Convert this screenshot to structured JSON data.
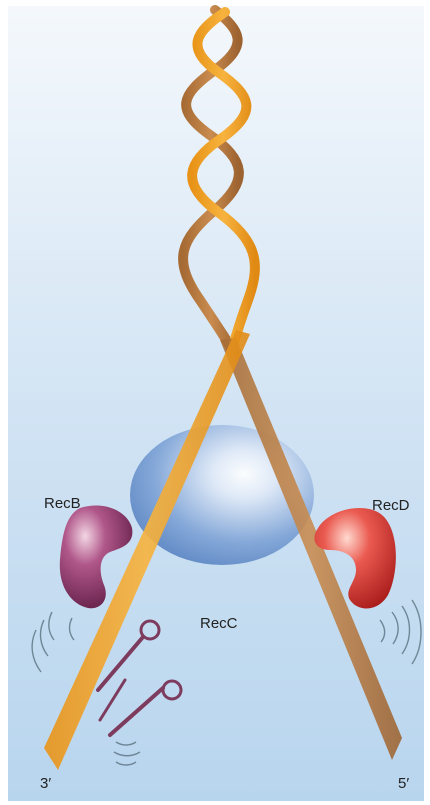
{
  "labels": {
    "recb": "RecB",
    "recc": "RecC",
    "recd": "RecD",
    "end_left": "3′",
    "end_right": "5′"
  },
  "colors": {
    "background_top": "#f2f7fc",
    "background_bottom": "#b9d6ee",
    "strand_orange": "#f0a020",
    "strand_brown": "#b77a3f",
    "recb": "#7e2b5a",
    "recc": "#6f98cf",
    "recd": "#d63a3a",
    "scissors": "#8a4a6a"
  },
  "icons": {
    "dna": "dna-double-helix",
    "cutter": "scissors-icon"
  }
}
